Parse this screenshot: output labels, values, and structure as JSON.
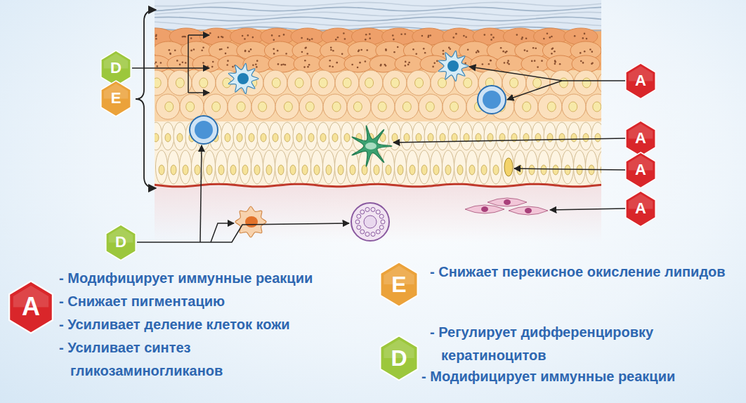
{
  "diagram": {
    "nodes": [
      {
        "text": [
          "D"
        ]
      },
      {
        "text": [
          "E"
        ]
      },
      {
        "text": [
          "A"
        ]
      },
      {
        "text": [
          "A"
        ]
      },
      {
        "text": [
          "A"
        ]
      },
      {
        "text": [
          "A"
        ]
      },
      {
        "text": [
          "D"
        ]
      },
      {
        "text": [
          "A"
        ]
      },
      {
        "text": [
          "E"
        ]
      },
      {
        "text": [
          "D"
        ]
      }
    ],
    "labels": [
      "- Модифицирует иммунные реакции",
      "- Снижает пигментацию",
      "- Усиливает деление клеток кожи",
      "- Усиливает синтез гликозаминогликанов",
      "- Снижает перекисное окисление липидов",
      "- Регулирует дифференцировку кератиноцитов",
      "- Модифицирует иммунные реакции"
    ]
  }
}
